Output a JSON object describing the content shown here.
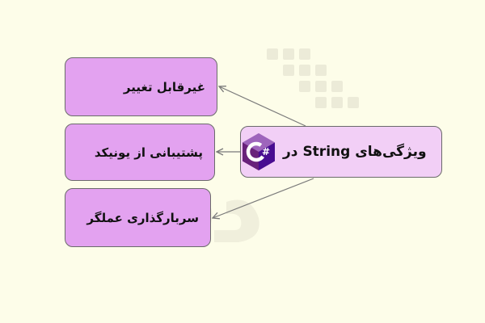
{
  "main_node": {
    "label": "ویژگی‌های String در"
  },
  "children": [
    {
      "label": "غیرقابل تغییر"
    },
    {
      "label": "پشتیبانی از یونیکد"
    },
    {
      "label": "سربارگذاری عملگر"
    }
  ],
  "logo": {
    "name": "csharp-logo-icon",
    "text": "C#"
  },
  "colors": {
    "background": "#fdfde9",
    "main_fill": "#f2cff6",
    "child_fill": "#e3a2f0",
    "border": "#6b6b6b",
    "connector": "#7a7a7a",
    "logo_purple": "#68217a",
    "logo_light": "#9b4f96"
  }
}
